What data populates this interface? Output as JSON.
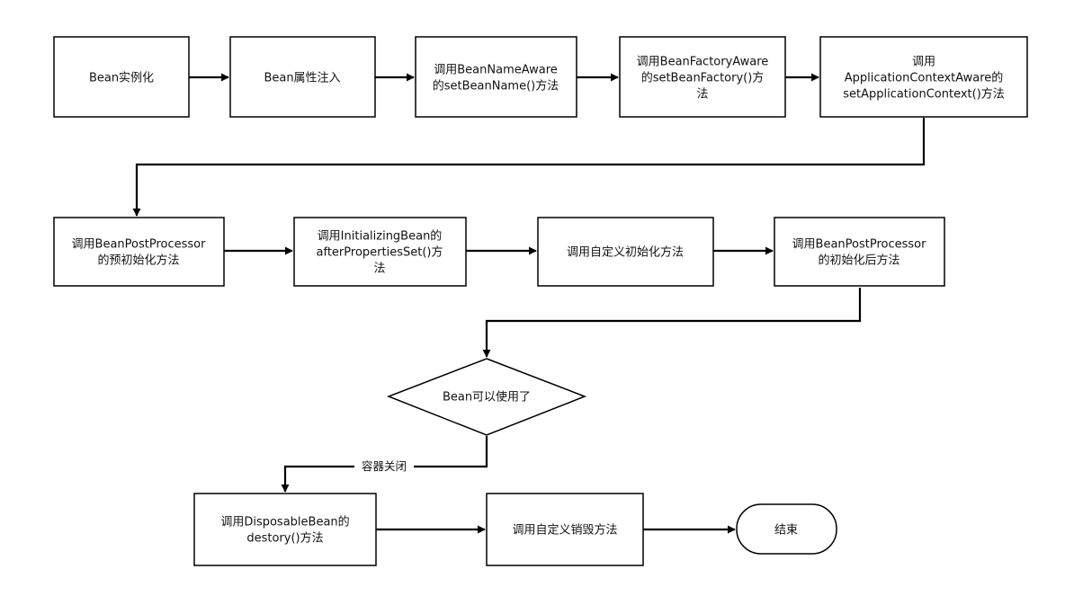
{
  "diagram": {
    "nodes": {
      "instantiate": "Bean实例化",
      "inject": "Bean属性注入",
      "bean_name_aware": "调用BeanNameAware\n的setBeanName()方法",
      "bean_factory_aware": "调用BeanFactoryAware\n的setBeanFactory()方\n法",
      "app_context_aware": "调用\nApplicationContextAware的\nsetApplicationContext()方法",
      "post_before": "调用BeanPostProcessor\n的预初始化方法",
      "initializing_bean": "调用InitializingBean的\nafterPropertiesSet()方\n法",
      "custom_init": "调用自定义初始化方法",
      "post_after": "调用BeanPostProcessor\n的初始化后方法",
      "ready": "Bean可以使用了",
      "disposable_bean": "调用DisposableBean的\ndestory()方法",
      "custom_destroy": "调用自定义销毁方法",
      "end": "结束"
    },
    "edge_labels": {
      "container_close": "容器关闭"
    }
  }
}
